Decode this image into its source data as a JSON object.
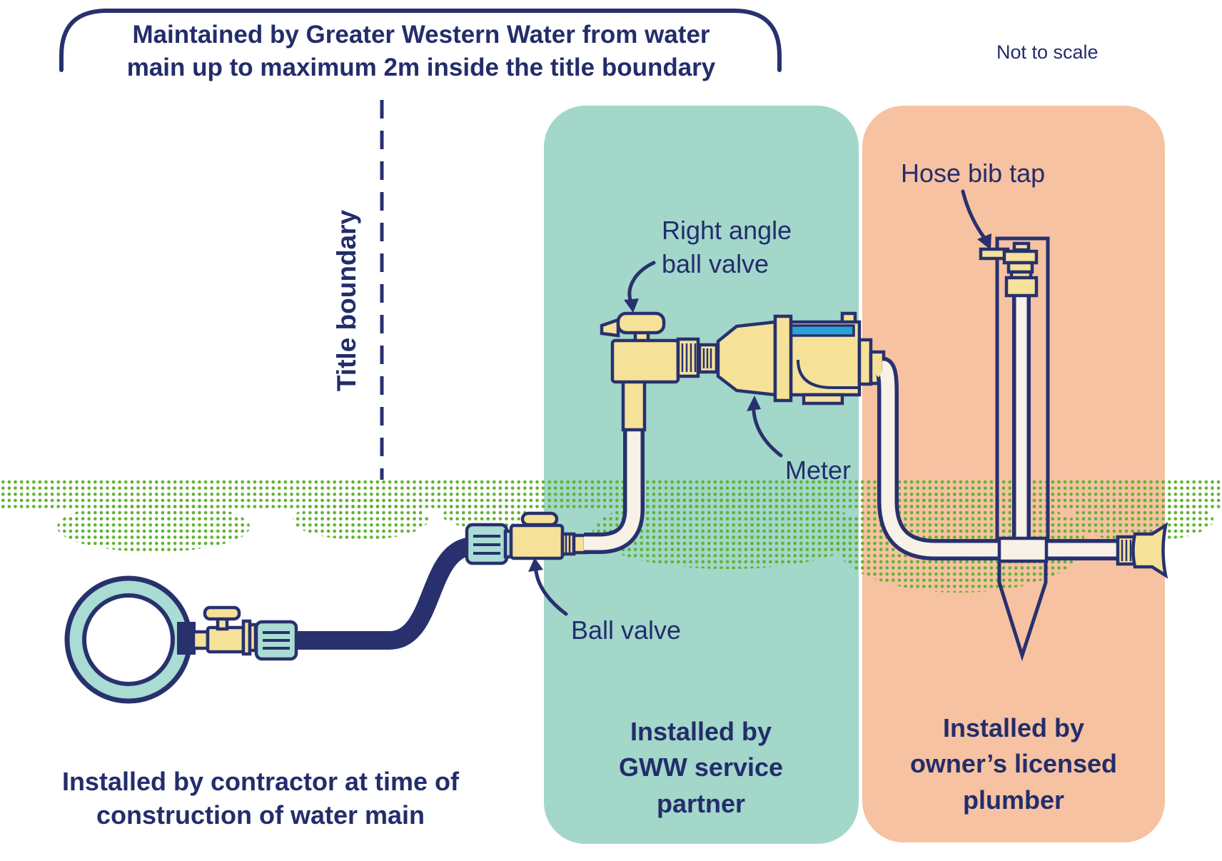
{
  "title": "Maintained by Greater Western Water from water main up to maximum 2m inside the title boundary",
  "scale_note": "Not to scale",
  "title_boundary": "Title boundary",
  "labels": {
    "right_angle_ball_valve": "Right angle ball valve",
    "meter": "Meter",
    "hose_bib_tap": "Hose bib tap",
    "ball_valve": "Ball valve"
  },
  "zones": {
    "contractor": {
      "label": "Installed by contractor at time of construction of water main"
    },
    "gww_service_partner": {
      "label": "Installed by GWW service partner",
      "color": "#a2d7ca"
    },
    "owners_plumber": {
      "label": "Installed by owner’s licensed plumber",
      "color": "#f6c2a2"
    }
  },
  "colors": {
    "navy": "#28316e",
    "text_navy": "#232d6b",
    "teal_zone": "#a2d7ca",
    "teal_fitting": "#a9dcd2",
    "orange_zone": "#f6c2a2",
    "yellow": "#f5e298",
    "cream_pipe": "#f7f1e7",
    "meter_blue": "#2aa3da",
    "ground_green": "#5db32f",
    "background": "#ffffff"
  }
}
